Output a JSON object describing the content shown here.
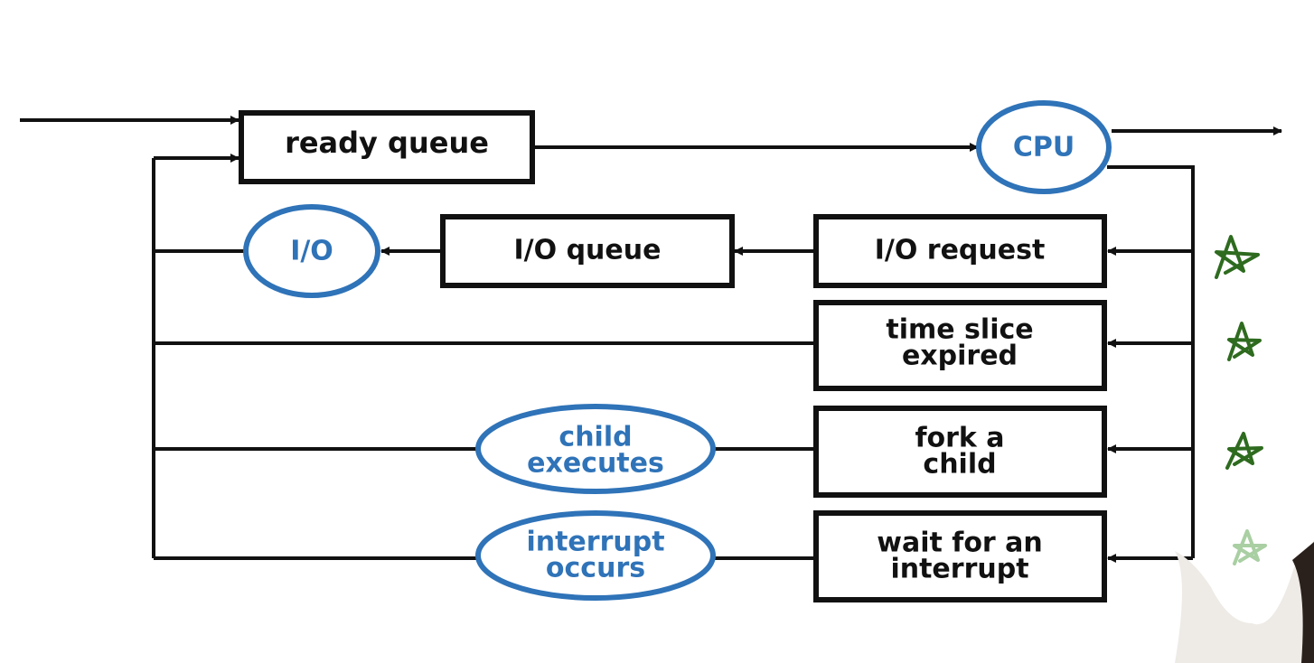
{
  "nodes": {
    "ready_queue": "ready queue",
    "cpu": "CPU",
    "io_request": "I/O request",
    "io_queue": "I/O queue",
    "io": "I/O",
    "time_slice_line1": "time slice",
    "time_slice_line2": "expired",
    "fork_line1": "fork a",
    "fork_line2": "child",
    "wait_line1": "wait for an",
    "wait_line2": "interrupt",
    "child_exec_line1": "child",
    "child_exec_line2": "executes",
    "interrupt_line1": "interrupt",
    "interrupt_line2": "occurs"
  },
  "colors": {
    "box_border": "#111111",
    "oval_border": "#2f73b8",
    "oval_text": "#2f73b8",
    "line": "#111111",
    "star_marks": "#2e6b1f"
  }
}
